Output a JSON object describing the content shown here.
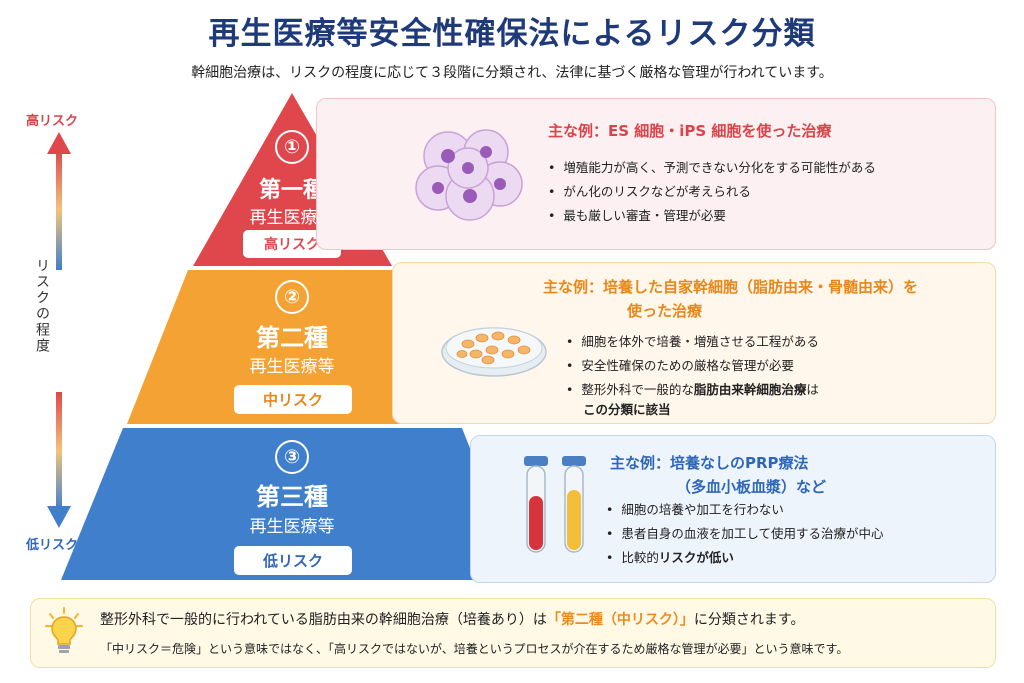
{
  "header": {
    "title": "再生医療等安全性確保法によるリスク分類",
    "subtitle": "幹細胞治療は、リスクの程度に応じて３段階に分類され、法律に基づく厳格な管理が行われています。"
  },
  "axis": {
    "high_label": "高リスク",
    "low_label": "低リスク",
    "name": "リスクの程度"
  },
  "tiers": [
    {
      "number": "①",
      "name": "第一種",
      "sub": "再生医療等",
      "badge": "高リスク",
      "color": "#e0474c",
      "example_title": "主な例：ES 細胞・iPS 細胞を使った治療",
      "bullets": [
        "増殖能力が高く、予測できない分化をする可能性がある",
        "がん化のリスクなどが考えられる",
        "最も厳しい審査・管理が必要"
      ]
    },
    {
      "number": "②",
      "name": "第二種",
      "sub": "再生医療等",
      "badge": "中リスク",
      "color": "#f4a233",
      "example_title_line1": "主な例：培養した自家幹細胞（脂肪由来・骨髄由来）を",
      "example_title_line2": "使った治療",
      "bullets": [
        "細胞を体外で培養・増殖させる工程がある",
        "安全性確保のための厳格な管理が必要"
      ],
      "bullet3_line1_pre": "整形外科で一般的な",
      "bullet3_line1_bold": "脂肪由来幹細胞治療",
      "bullet3_line1_post": "は",
      "bullet3_line2": "この分類に該当"
    },
    {
      "number": "③",
      "name": "第三種",
      "sub": "再生医療等",
      "badge": "低リスク",
      "color": "#3f7fcc",
      "example_title_line1": "主な例：培養なしのPRP療法",
      "example_title_line2": "（多血小板血漿）など",
      "bullets": [
        "細胞の培養や加工を行わない",
        "患者自身の血液を加工して使用する治療が中心"
      ],
      "bullet3_pre": "比較的",
      "bullet3_bold": "リスクが低い"
    }
  ],
  "note": {
    "line1_pre": "整形外科で一般的に行われている脂肪由来の幹細胞治療（培養あり）は",
    "line1_highlight": "「第二種（中リスク）」",
    "line1_post": "に分類されます。",
    "line2": "「中リスク＝危険」という意味ではなく、「高リスクではないが、培養というプロセスが介在するため厳格な管理が必要」という意味です。",
    "icon": "lightbulb-icon"
  }
}
